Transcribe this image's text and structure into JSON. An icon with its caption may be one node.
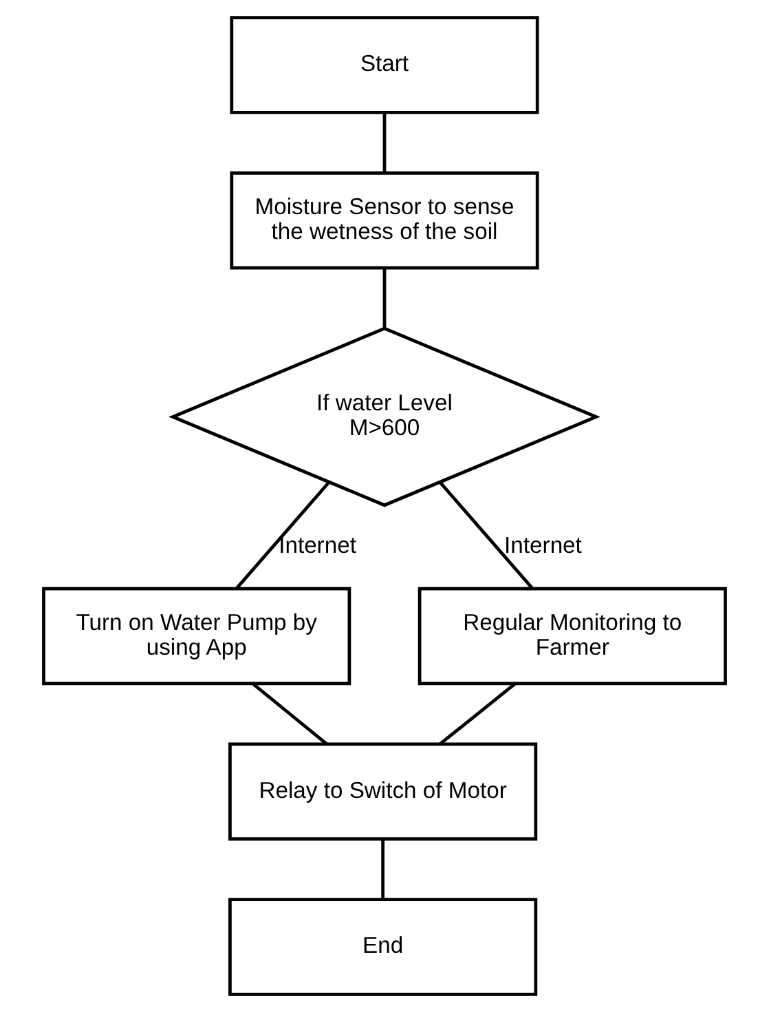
{
  "diagram": {
    "nodes": [
      {
        "text": [
          "Start"
        ]
      },
      {
        "text": [
          "Moisture Sensor to sense the wetness of the soil"
        ]
      },
      {
        "text": [
          "If water Level M>600"
        ]
      },
      {
        "text": [
          "Turn on Water Pump by using App"
        ]
      },
      {
        "text": [
          "Regular Monitoring to Farmer"
        ]
      },
      {
        "text": [
          "Relay to Switch of Motor"
        ]
      },
      {
        "text": [
          "End"
        ]
      }
    ],
    "edges": [
      {
        "from": 0,
        "to": 1,
        "arrow": "none"
      },
      {
        "from": 1,
        "to": 2,
        "arrow": "none"
      },
      {
        "from": 2,
        "to": 3,
        "arrow": "none",
        "label": "Internet"
      },
      {
        "from": 2,
        "to": 4,
        "arrow": "none",
        "label": "Internet"
      },
      {
        "from": 3,
        "to": 5,
        "arrow": "none"
      },
      {
        "from": 4,
        "to": 5,
        "arrow": "none"
      },
      {
        "from": 5,
        "to": 6,
        "arrow": "none"
      }
    ]
  }
}
